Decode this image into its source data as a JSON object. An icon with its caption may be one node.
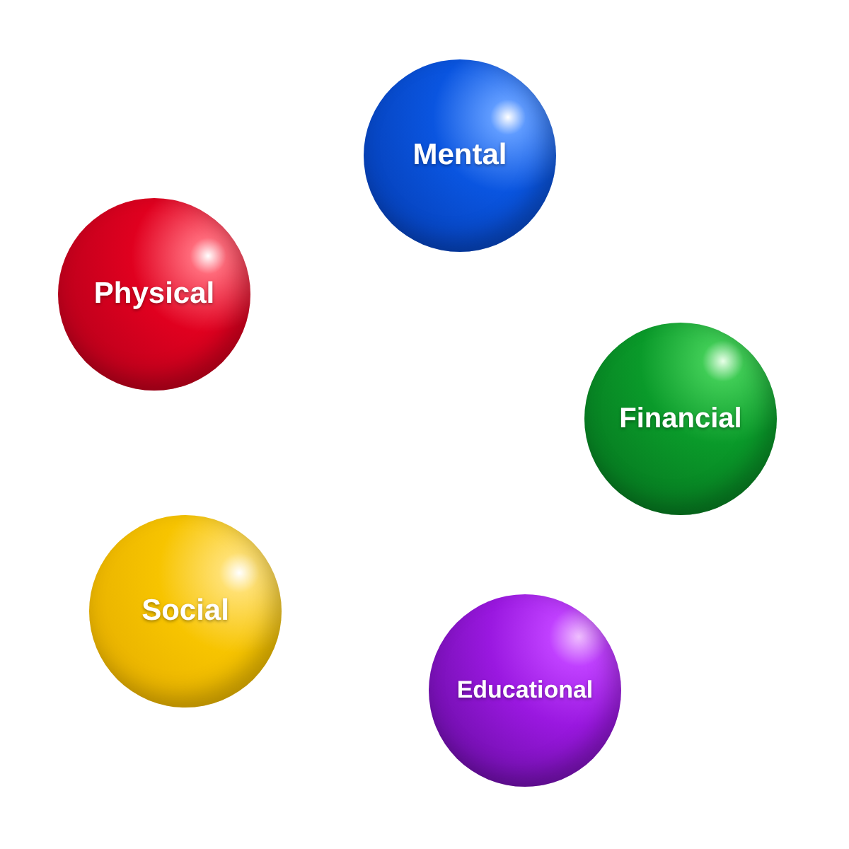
{
  "diagram": {
    "nodes": [
      {
        "text": [
          "Mental"
        ]
      },
      {
        "text": [
          "Physical"
        ]
      },
      {
        "text": [
          "Financial"
        ]
      },
      {
        "text": [
          "Social"
        ]
      },
      {
        "text": [
          "Educational"
        ]
      }
    ]
  }
}
